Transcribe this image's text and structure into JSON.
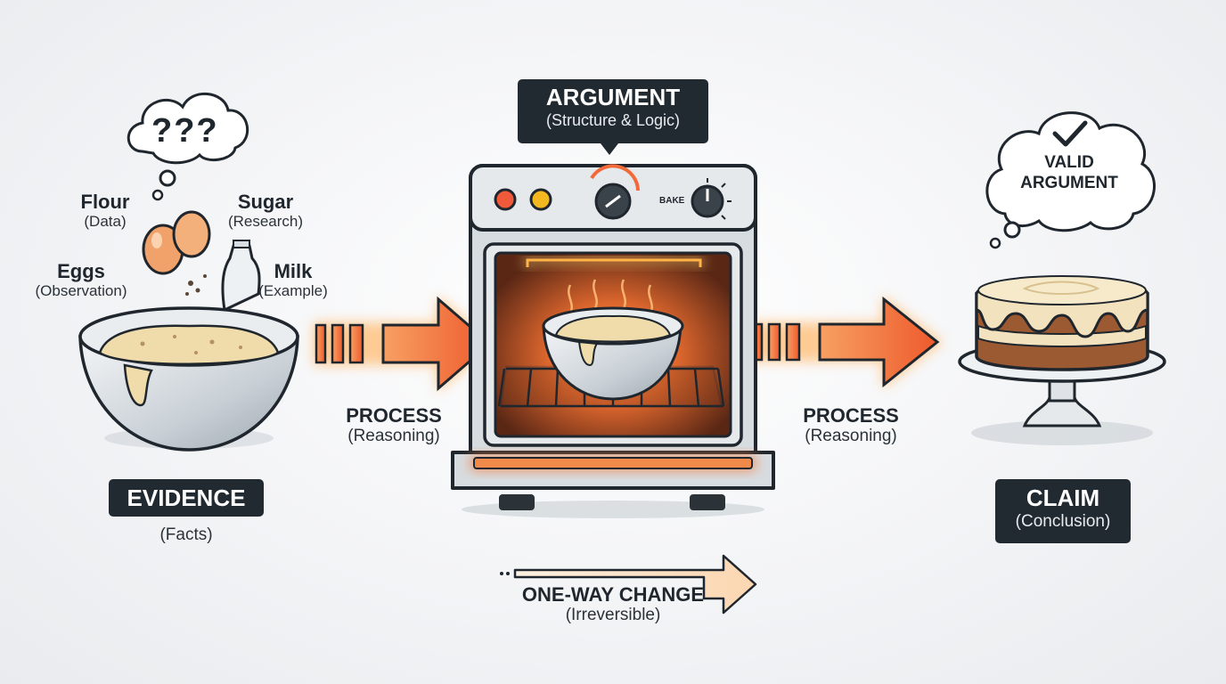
{
  "evidence": {
    "tag_title": "EVIDENCE",
    "tag_sub": "(Facts)",
    "ingredients": [
      {
        "name": "Flour",
        "sub": "(Data)"
      },
      {
        "name": "Sugar",
        "sub": "(Research)"
      },
      {
        "name": "Eggs",
        "sub": "(Observation)"
      },
      {
        "name": "Milk",
        "sub": "(Example)"
      }
    ],
    "thought": "???"
  },
  "process_left": {
    "title": "PROCESS",
    "sub": "(Reasoning)"
  },
  "argument": {
    "title": "ARGUMENT",
    "sub": "(Structure & Logic)",
    "knob_label": "BAKE"
  },
  "process_right": {
    "title": "PROCESS",
    "sub": "(Reasoning)"
  },
  "claim": {
    "title": "CLAIM",
    "sub": "(Conclusion)",
    "thought_line1": "VALID",
    "thought_line2": "ARGUMENT"
  },
  "one_way": {
    "title": "ONE-WAY CHANGE",
    "sub": "(Irreversible)"
  },
  "colors": {
    "arrow": "#f26a3a",
    "arrow_glow": "#ffd089",
    "dark": "#222a31",
    "oven_glow": "#ff9a3c",
    "batter": "#efdcaa",
    "cake": "#9b5a32",
    "frosting": "#f2e2bd"
  }
}
